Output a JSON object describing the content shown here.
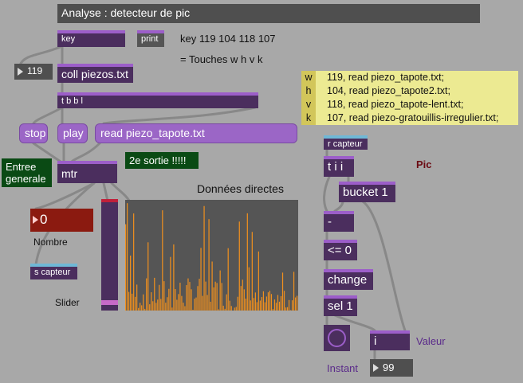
{
  "title": "Analyse : detecteur de pic",
  "objects": {
    "key": "key",
    "print": "print",
    "coll": "coll piezos.txt",
    "tbbl": "t b b l",
    "mtr": "mtr",
    "r_capteur": "r capteur",
    "tii": "t i i",
    "bucket": "bucket 1",
    "minus": "-",
    "le0": "<= 0",
    "change": "change",
    "sel1": "sel 1",
    "i": "i",
    "s_capteur": "s capteur"
  },
  "messages": {
    "stop": "stop",
    "play": "play",
    "read": "read piezo_tapote.txt"
  },
  "numbers": {
    "n119": "119",
    "nombre": "0",
    "n99": "99"
  },
  "comments": {
    "keys": "key 119 104 118 107",
    "touches": "= Touches w h v k",
    "entree": "Entree generale",
    "sortie": "2e sortie !!!!!",
    "donnees": "Données directes",
    "nombre": "Nombre",
    "slider": "Slider",
    "pic": "Pic",
    "valeur": "Valeur",
    "instant": "Instant"
  },
  "legend": {
    "letters": [
      "w",
      "h",
      "v",
      "k"
    ],
    "lines": [
      "119, read piezo_tapote.txt;",
      "104, read piezo_tapote2.txt;",
      "118, read piezo_tapote-lent.txt;",
      "107, read piezo-gratouillis-irregulier.txt;"
    ]
  },
  "slider": {
    "level": 0.02
  },
  "colors": {
    "background": "#a8a8a8",
    "object": "#4b2e5e",
    "object_inlet": "#9c5ec9",
    "message": "#9b66c6",
    "comment_box": "#0a4a14",
    "number_red": "#8b1a10",
    "multislider_bars": "#f0901e",
    "legend_bg": "#ecea92",
    "pic_label": "#6b0a12",
    "valeur_label": "#5a2a8a"
  }
}
